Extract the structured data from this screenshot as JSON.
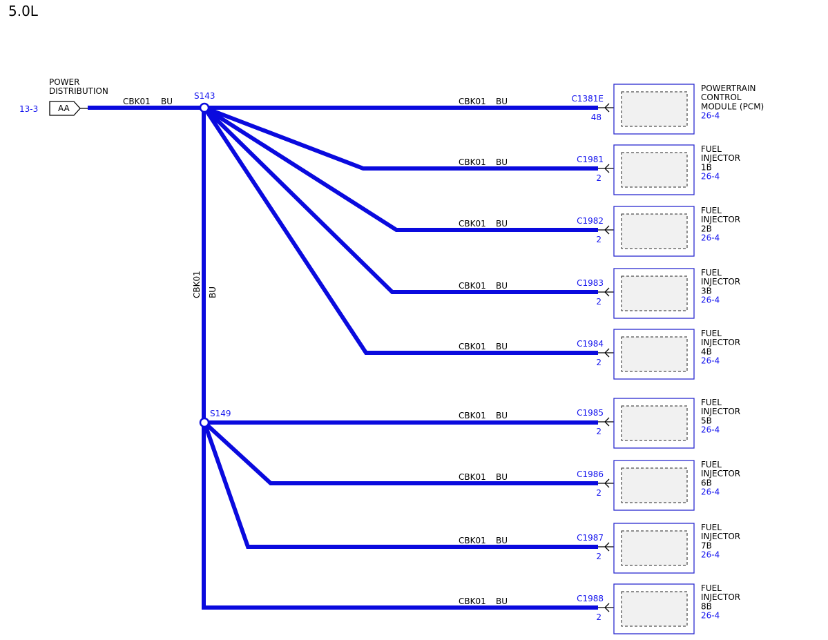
{
  "page_title": "5.0L",
  "colors": {
    "wire": "#0a0ade",
    "ref_text": "#1414ee",
    "component_border": "#2a2ad0"
  },
  "source": {
    "name_lines": [
      "POWER",
      "DISTRIBUTION"
    ],
    "ref": "13-3",
    "pin": "AA",
    "wire_circuit": "CBK01",
    "wire_color": "BU"
  },
  "trunk_wire": {
    "circuit": "CBK01",
    "color": "BU"
  },
  "splices": [
    {
      "id": "S143"
    },
    {
      "id": "S149"
    }
  ],
  "branches": [
    {
      "circuit": "CBK01",
      "color": "BU",
      "connector": "C1381E",
      "pin": "48",
      "component_lines": [
        "POWERTRAIN",
        "CONTROL",
        "MODULE (PCM)"
      ],
      "component_ref": "26-4"
    },
    {
      "circuit": "CBK01",
      "color": "BU",
      "connector": "C1981",
      "pin": "2",
      "component_lines": [
        "FUEL",
        "INJECTOR",
        "1B"
      ],
      "component_ref": "26-4"
    },
    {
      "circuit": "CBK01",
      "color": "BU",
      "connector": "C1982",
      "pin": "2",
      "component_lines": [
        "FUEL",
        "INJECTOR",
        "2B"
      ],
      "component_ref": "26-4"
    },
    {
      "circuit": "CBK01",
      "color": "BU",
      "connector": "C1983",
      "pin": "2",
      "component_lines": [
        "FUEL",
        "INJECTOR",
        "3B"
      ],
      "component_ref": "26-4"
    },
    {
      "circuit": "CBK01",
      "color": "BU",
      "connector": "C1984",
      "pin": "2",
      "component_lines": [
        "FUEL",
        "INJECTOR",
        "4B"
      ],
      "component_ref": "26-4"
    },
    {
      "circuit": "CBK01",
      "color": "BU",
      "connector": "C1985",
      "pin": "2",
      "component_lines": [
        "FUEL",
        "INJECTOR",
        "5B"
      ],
      "component_ref": "26-4"
    },
    {
      "circuit": "CBK01",
      "color": "BU",
      "connector": "C1986",
      "pin": "2",
      "component_lines": [
        "FUEL",
        "INJECTOR",
        "6B"
      ],
      "component_ref": "26-4"
    },
    {
      "circuit": "CBK01",
      "color": "BU",
      "connector": "C1987",
      "pin": "2",
      "component_lines": [
        "FUEL",
        "INJECTOR",
        "7B"
      ],
      "component_ref": "26-4"
    },
    {
      "circuit": "CBK01",
      "color": "BU",
      "connector": "C1988",
      "pin": "2",
      "component_lines": [
        "FUEL",
        "INJECTOR",
        "8B"
      ],
      "component_ref": "26-4"
    }
  ]
}
